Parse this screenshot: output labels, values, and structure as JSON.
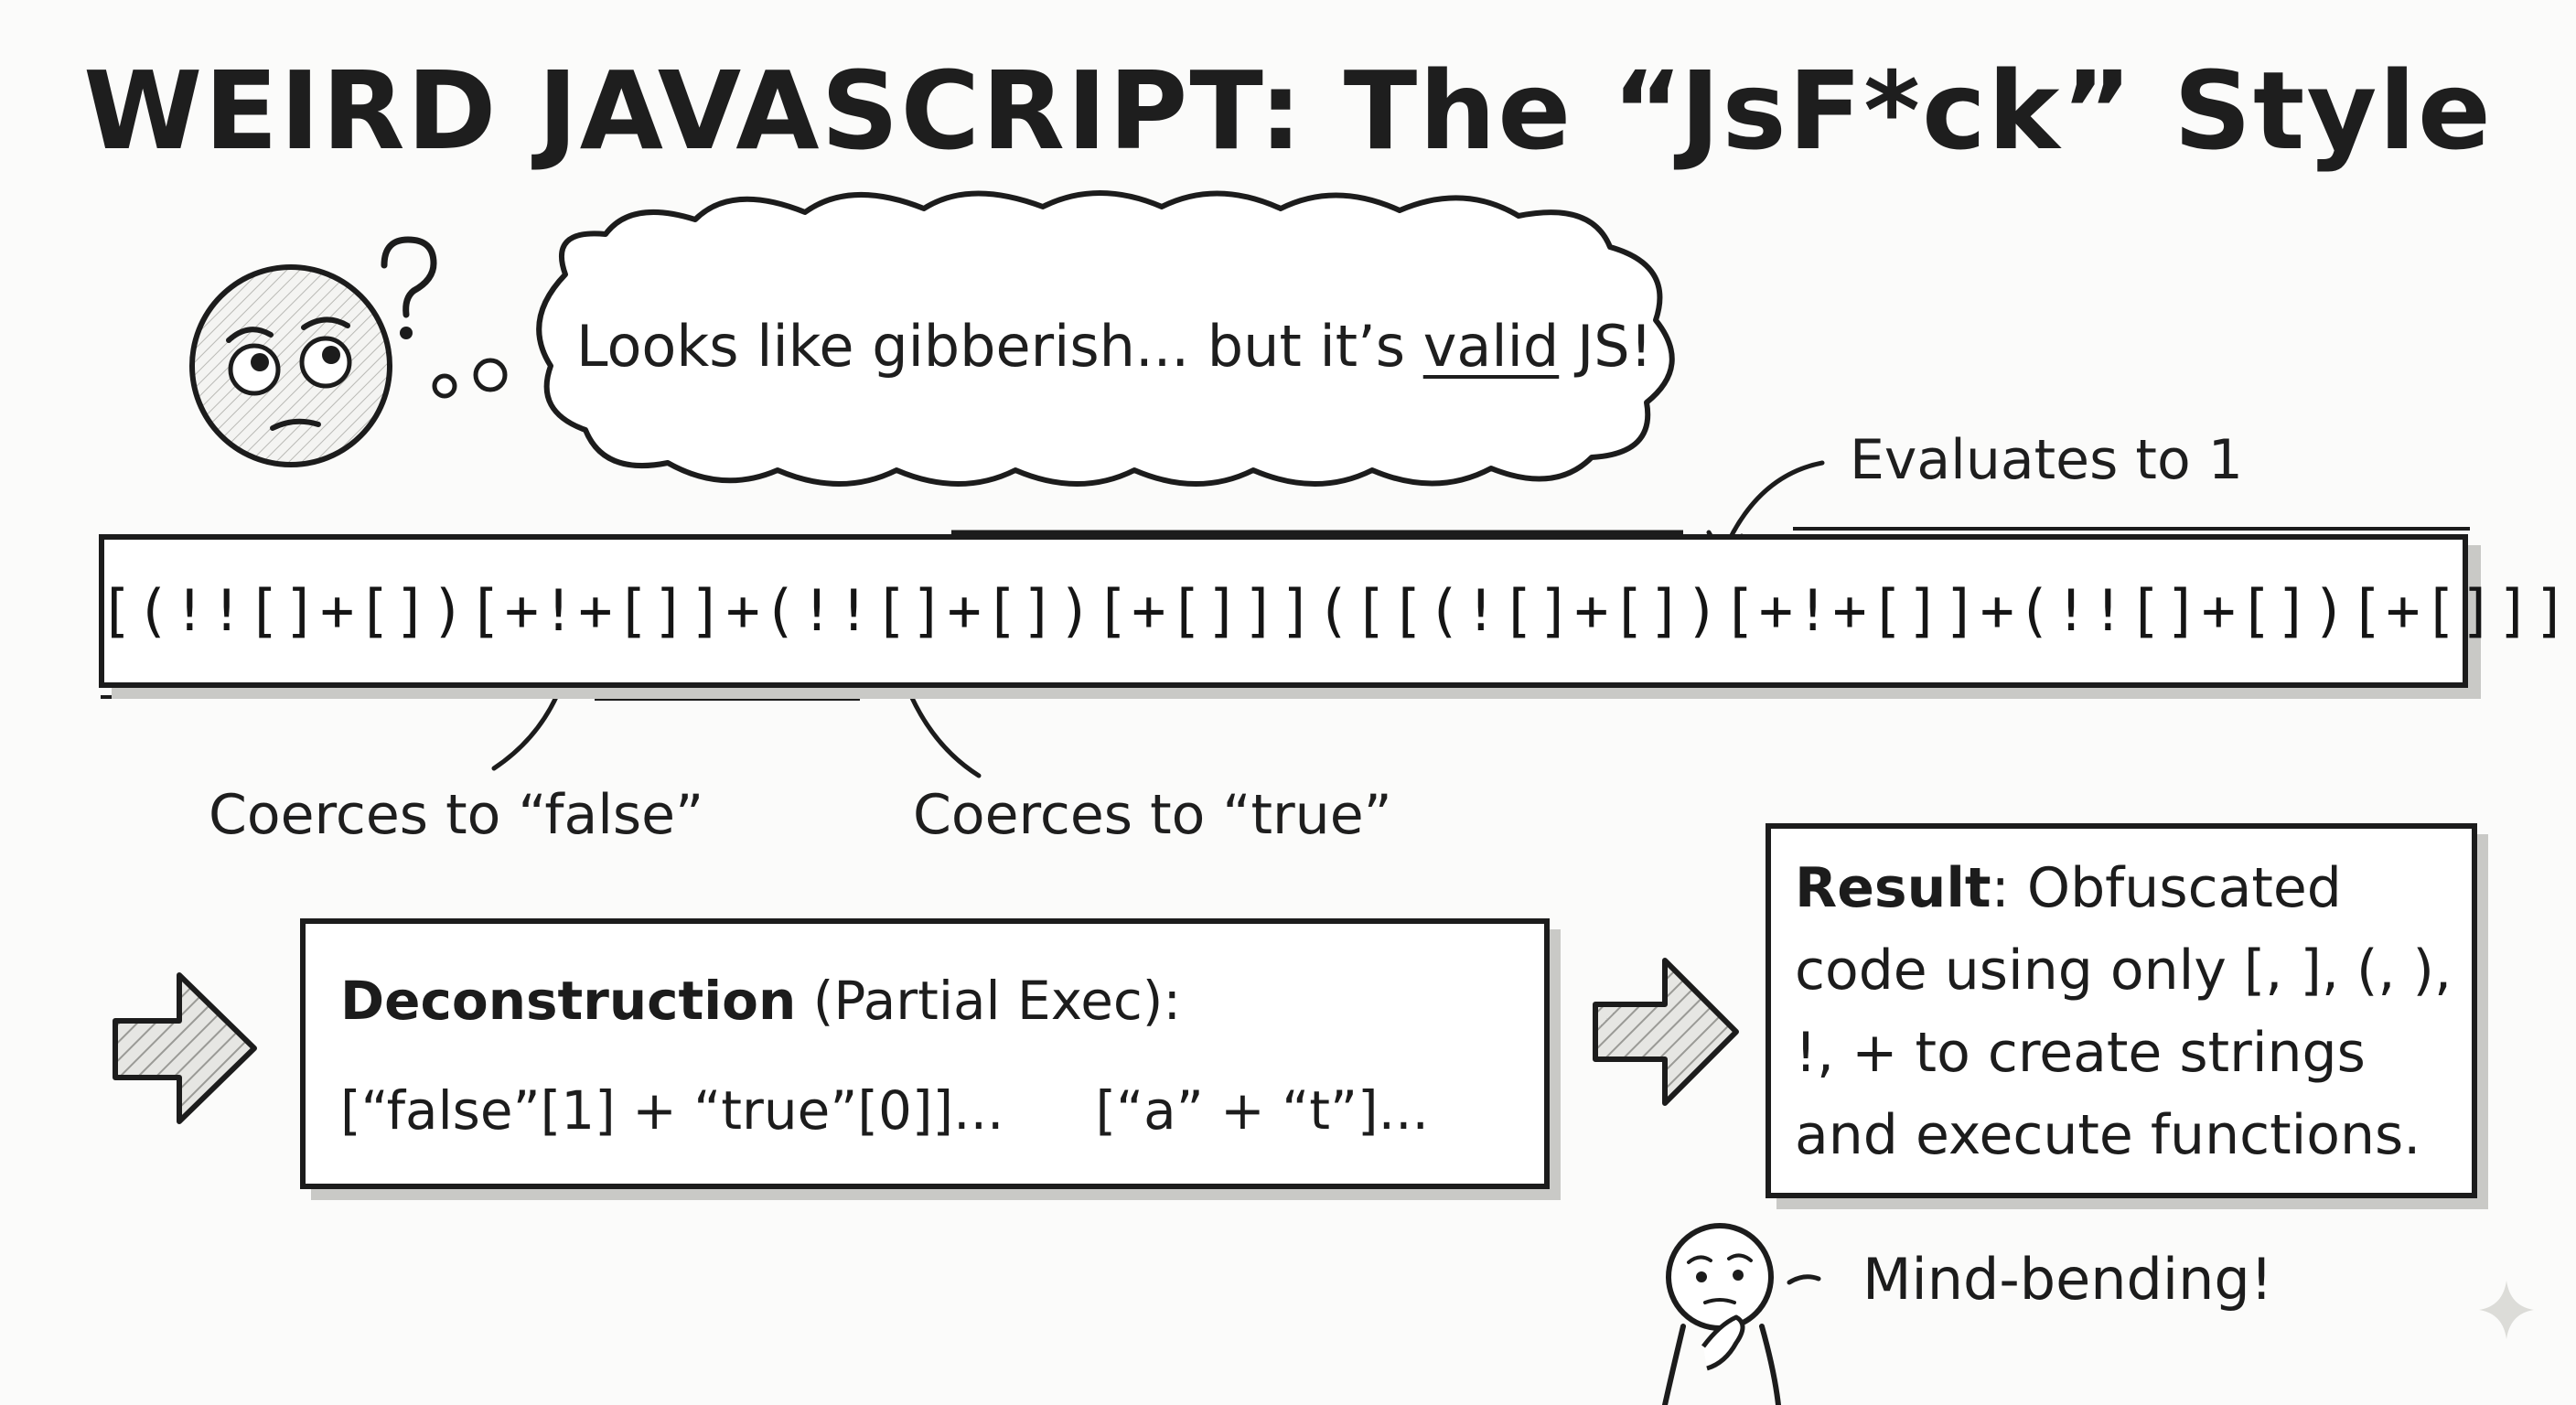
{
  "title": "WEIRD JAVASCRIPT: The “JsF*ck” Style",
  "thought_bubble": {
    "text_before": "Looks like gibberish... but it’s ",
    "underlined": "valid",
    "text_after": " JS!"
  },
  "code": "[(!![]+[])[+!+[]]+(!![]+[])[+[]]]([[(![]+[])[+!+[]]+(!![]+[])[+[]]])",
  "annotations": {
    "evaluates": "Evaluates to 1",
    "false": "Coerces to “false”",
    "true": "Coerces to “true”"
  },
  "deconstruction": {
    "heading_bold": "Deconstruction",
    "heading_rest": " (Partial Exec):",
    "left_expr": "[“false”[1] + “true”[0]]...",
    "right_expr": "[“a” + “t”]..."
  },
  "result": {
    "label": "Result",
    "text": ": Obfuscated code using only [, ], (, ), !, + to create strings and execute functions."
  },
  "reaction": "Mind-bending!",
  "icons": [
    "confused-face-icon",
    "question-mark-icon",
    "thinking-person-icon",
    "block-arrow-icon",
    "sparkle-icon"
  ]
}
